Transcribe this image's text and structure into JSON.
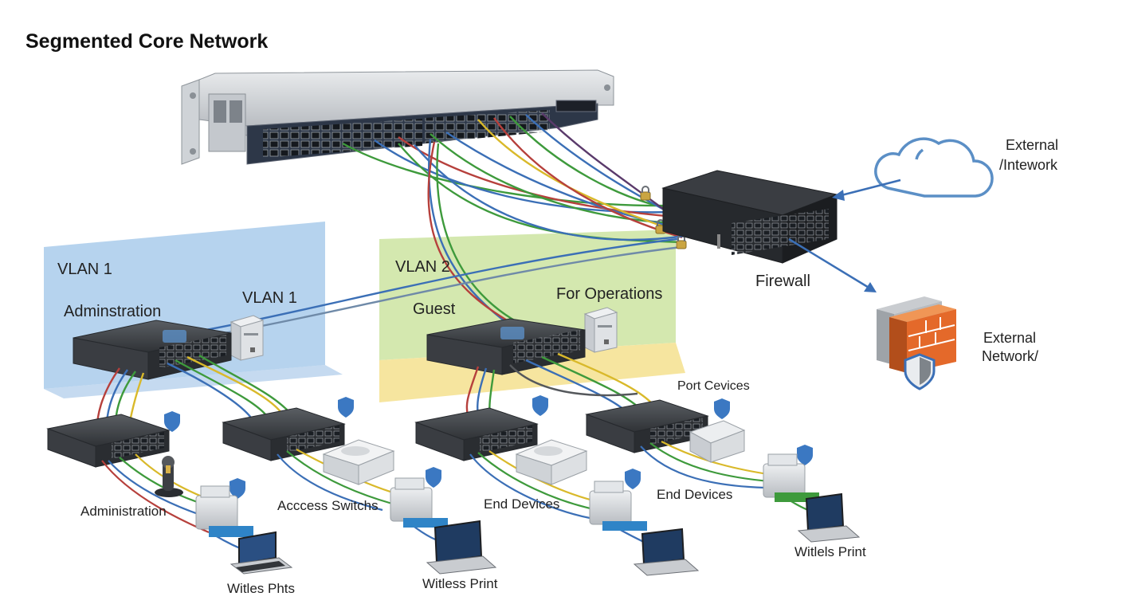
{
  "title": "Segmented Core Network",
  "zones": {
    "vlan1_title": "VLAN 1",
    "vlan1_sub": "Adminstration",
    "vlan1_link": "VLAN 1",
    "vlan2_title": "VLAN 2",
    "vlan2_sub": "Guest",
    "vlan2_ops": "For Operations"
  },
  "devices": {
    "firewall": "Firewall",
    "external_network_top_line1": "External",
    "external_network_top_line2": "/Intework",
    "external_network_bottom_line1": "External",
    "external_network_bottom_line2": "Network/"
  },
  "captions": {
    "port_devices": "Port Cevices",
    "administration": "Administration",
    "access_switches": "Acccess Switchs",
    "end_devices_1": "End Devices",
    "end_devices_2": "End Devices",
    "witles_phts": "Witles Phts",
    "witless_print": "Witless Print",
    "witlels_print": "Witlels Print"
  },
  "colors": {
    "vlan1_zone": "#a9cbeb",
    "vlan2_zone": "#cfe6a6",
    "vlan2_floor": "#f5e49a",
    "cable_blue": "#3b6fb6",
    "cable_green": "#3e9a3c",
    "cable_red": "#b6403c",
    "cable_yellow": "#d9b92a",
    "cloud": "#5b8fc6",
    "firewall_brick": "#e4692a"
  }
}
